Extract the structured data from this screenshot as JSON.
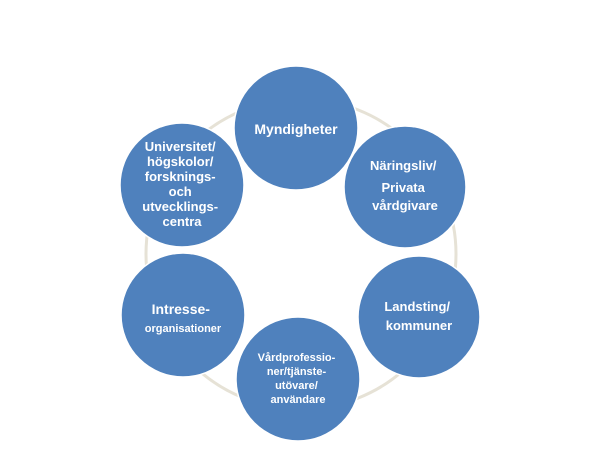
{
  "nodes": [
    {
      "id": "myndigheter",
      "lines": [
        "Myndigheter"
      ]
    },
    {
      "id": "naringsliv",
      "lines": [
        "Näringsliv/",
        "Privata",
        "vårdgivare"
      ]
    },
    {
      "id": "landsting",
      "lines": [
        "Landsting/",
        "kommuner"
      ]
    },
    {
      "id": "vardprofessioner",
      "lines": [
        "Vårdprofessio-",
        "ner/tjänste-",
        "utövare/",
        "användare"
      ]
    },
    {
      "id": "intresse",
      "lines": [
        "Intresse-",
        "organisationer"
      ]
    },
    {
      "id": "universitet",
      "lines": [
        "Universitet/",
        "högskolor/",
        "forsknings-",
        "och",
        "utvecklings-",
        "centra"
      ]
    }
  ],
  "colors": {
    "node_fill": "#4f81bd",
    "node_text": "#ffffff",
    "ring": "#e6e2d6"
  }
}
